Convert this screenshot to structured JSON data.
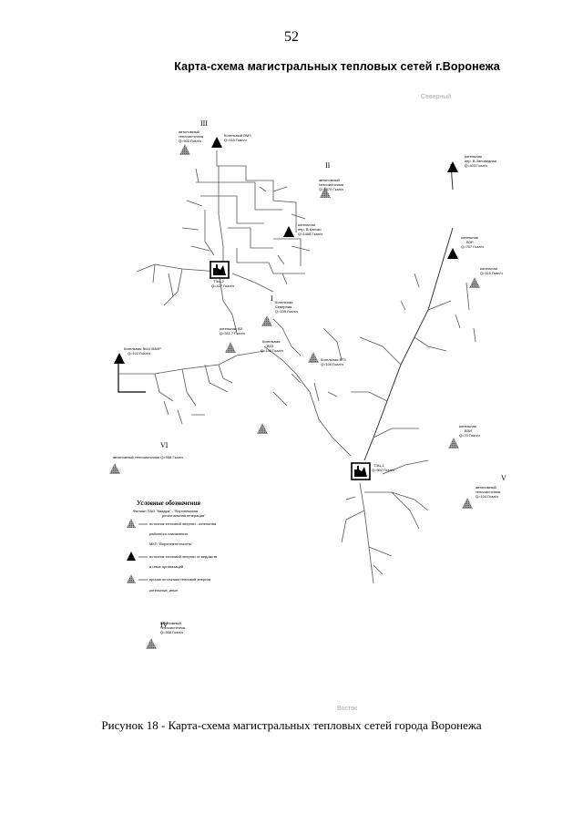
{
  "page": {
    "number": "52",
    "title": "Карта-схема магистральных тепловых сетей г.Воронежа",
    "caption": "Рисунок 18 - Карта-схема магистральных тепловых сетей города Воронежа"
  },
  "map": {
    "district_labels": [
      "III",
      "II",
      "I",
      "VI",
      "V",
      "IV"
    ],
    "compass_labels": {
      "north": "Северный",
      "south": "Восток"
    },
    "sources": [
      {
        "id": "s1",
        "label_lines": [
          "автономный",
          "теплоисточник",
          "Q=900 Гкал/ч"
        ]
      },
      {
        "id": "s2",
        "label_lines": [
          "Котельный ВМЗ",
          "Q=115 Гкал/ч"
        ]
      },
      {
        "id": "s3",
        "label_lines": [
          "автономный",
          "теплоисточник",
          "Q=1370 Гкал/ч"
        ]
      },
      {
        "id": "s4",
        "label_lines": [
          "котельная",
          "пер. В.Кличко",
          "Q=1408 Гкал/ч"
        ]
      },
      {
        "id": "s5",
        "label_lines": [
          "ТЭЦ-2",
          "Q=427 Гкал/ч"
        ]
      },
      {
        "id": "s6",
        "label_lines": [
          "Котельная",
          "Северная",
          "Q=105 Гкал/ч"
        ]
      },
      {
        "id": "s7",
        "label_lines": [
          "котельная ВЗ",
          "Q=311,7 Гкал/ч"
        ]
      },
      {
        "id": "s8",
        "label_lines": [
          "Котельная",
          "ВЗ3",
          "Q=140 Гкал/ч"
        ]
      },
      {
        "id": "s9",
        "label_lines": [
          "Котельная ВТЗ",
          "Q=100 Гкал/ч"
        ]
      },
      {
        "id": "s10",
        "label_lines": [
          "Котельная №10 ВЗИР",
          "Q=102 Гкал/ч"
        ]
      },
      {
        "id": "s11",
        "label_lines": [
          "котельная",
          "пер. В.Заповедная",
          "Q=403 Гкал/ч"
        ]
      },
      {
        "id": "s12",
        "label_lines": [
          "котельная",
          "ВЗР",
          "Q=757 Гкал/ч"
        ]
      },
      {
        "id": "s13",
        "label_lines": [
          "котельная",
          "Q=115 Гкал/ч"
        ]
      },
      {
        "id": "s14",
        "label_lines": [
          "котельная",
          "ВЗИ",
          "Q=70 Гкал/ч"
        ]
      },
      {
        "id": "s15",
        "label_lines": [
          "автономный теплоисточник Q=958 Гкал/ч"
        ]
      },
      {
        "id": "s16",
        "label_lines": [
          "ТЭЦ-1",
          "Q=902 Гкал/ч"
        ]
      },
      {
        "id": "s17",
        "label_lines": [
          "автономный",
          "теплоисточник",
          "Q=104 Гкал/ч"
        ]
      },
      {
        "id": "s18",
        "label_lines": [
          "автономный",
          "теплоисточник",
          "Q=955 Гкал/ч"
        ]
      }
    ],
    "legend": {
      "title": "Условные обозначения",
      "subtitle_lines": [
        "Филиал ПАО \"Квадра\" - \"Воронежская",
        "региональная генерация\""
      ],
      "items": [
        {
          "symbol": "grey-triangle",
          "text_lines": [
            "источник тепловой энергии - котельная",
            "районного назначения"
          ]
        },
        {
          "symbol": "none",
          "text_lines": [
            "МКП \"Воронежтеплосеть\""
          ]
        },
        {
          "symbol": "black-triangle",
          "text_lines": [
            "источник тепловой энергии от ведомств",
            "и иных организаций"
          ]
        },
        {
          "symbol": "grey-triangle",
          "text_lines": [
            "прочие источники тепловой энергии",
            "котельные, иные"
          ]
        }
      ]
    }
  }
}
